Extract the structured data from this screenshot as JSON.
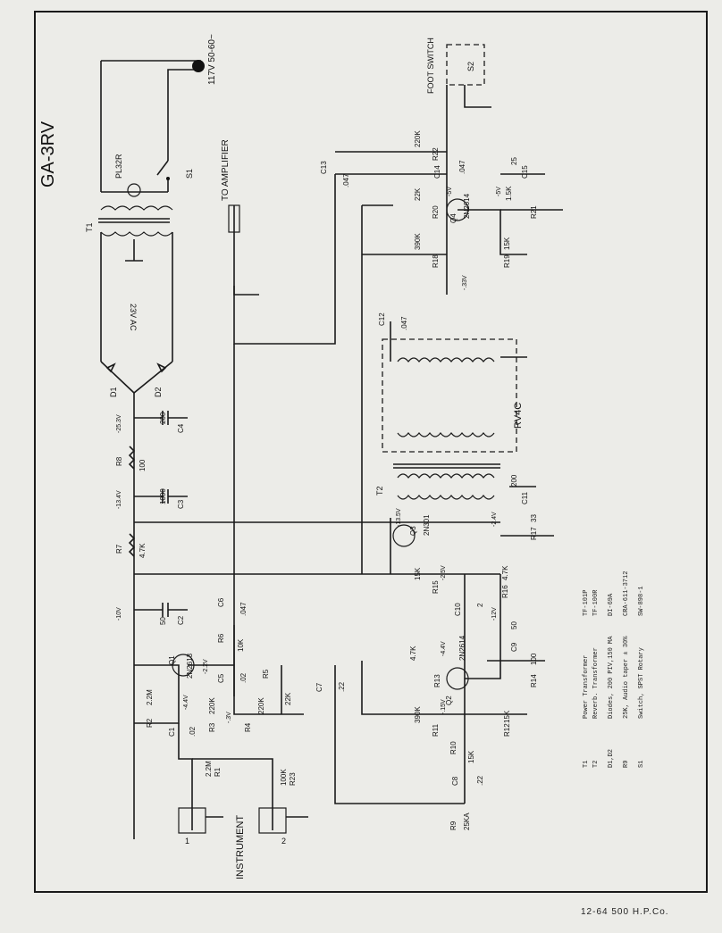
{
  "model": "GA-3RV",
  "footer": "12-64  500  H.P.Co.",
  "power": {
    "plug_label": "117V 50-60~",
    "switch_s1": "S1",
    "pilot_lamp": "PL32R",
    "transformer": "T1",
    "secondary": "23V AC",
    "diode1": "D1",
    "diode2": "D2"
  },
  "amplifier_label": "TO AMPLIFIER",
  "instrument_label": "INSTRUMENT",
  "jack1": "1",
  "jack2": "2",
  "foot_switch": {
    "label": "FOOT SWITCH",
    "switch": "S2"
  },
  "reverb_unit": "RV4C",
  "t2": "T2",
  "components": {
    "r1": "R1",
    "r1v": "2.2M",
    "r2": "R2",
    "r2v": "2.2M",
    "r3": "R3",
    "r3v": "220K",
    "r4": "R4",
    "r4v": "220K",
    "r5": "R5",
    "r5v": "22K",
    "r6": "R6",
    "r6v": "10K",
    "r7": "R7",
    "r7v": "4.7K",
    "r8": "R8",
    "r8v": "100",
    "r9": "R9",
    "r9v": "25KA",
    "r10": "R10",
    "r10v": "15K",
    "r11": "R11",
    "r11v": "390K",
    "r12": "R12",
    "r12v": "15K",
    "r13": "R13",
    "r13v": "4.7K",
    "r14": "R14",
    "r14v": "100",
    "r15": "R15",
    "r15v": "15K",
    "r16": "R16",
    "r16v": "4.7K",
    "r17": "R17",
    "r17v": "33",
    "r18": "R18",
    "r18v": "390K",
    "r19": "R19",
    "r19v": "15K",
    "r20": "R20",
    "r20v": "22K",
    "r21": "R21",
    "r21v": "1.5K",
    "r22": "R22",
    "r22v": "220K",
    "r23": "R23",
    "r23v": "100K",
    "c1": "C1",
    "c1v": ".02",
    "c2": "C2",
    "c2v": "50",
    "c3": "C3",
    "c3v": "1000",
    "c4": "C4",
    "c4v": "200",
    "c5": "C5",
    "c5v": ".02",
    "c6": "C6",
    "c6v": ".047",
    "c7": "C7",
    "c7v": ".22",
    "c8": "C8",
    "c8v": ".22",
    "c9": "C9",
    "c9v": "50",
    "c10": "C10",
    "c10v": "2",
    "c11": "C11",
    "c11v": "200",
    "c12": "C12",
    "c12v": ".047",
    "c13": "C13",
    "c13v": ".047",
    "c14": "C14",
    "c14v": ".047",
    "c15": "C15",
    "c15v": "25",
    "q1": "Q1",
    "q1t": "2N2613",
    "q2": "Q2",
    "q2t": "2N2614",
    "q3": "Q3",
    "q3t": "2N301",
    "q4": "Q4",
    "q4t": "2N2614"
  },
  "voltages": {
    "v1": "-25.3V",
    "v2": "-13.4V",
    "v3": "-10V",
    "v4": "-4.4V",
    "v5": "-2.2V",
    "v6": "-.3V",
    "v7": "-4.4V",
    "v8": "-.15V",
    "v9": "-12V",
    "v10": "-2.5V",
    "v11": "-13.5V",
    "v12": "-2.4V",
    "v13": "-.33V",
    "v14": "-5V",
    "v15": "-5V"
  },
  "parts_list": [
    {
      "ref": "T1",
      "desc": "Power Transformer",
      "part": "TF-101P"
    },
    {
      "ref": "T2",
      "desc": "Reverb. Transformer",
      "part": "TF-100R"
    },
    {
      "ref": "D1,D2",
      "desc": "Diodes, 200 PIV,150 MA",
      "part": "DI-69A"
    },
    {
      "ref": "R9",
      "desc": "25K, Audio taper ± 30%",
      "part": "CRA-611-3712"
    },
    {
      "ref": "S1",
      "desc": "Switch, SPST Rotary",
      "part": "SW-898-1"
    }
  ]
}
